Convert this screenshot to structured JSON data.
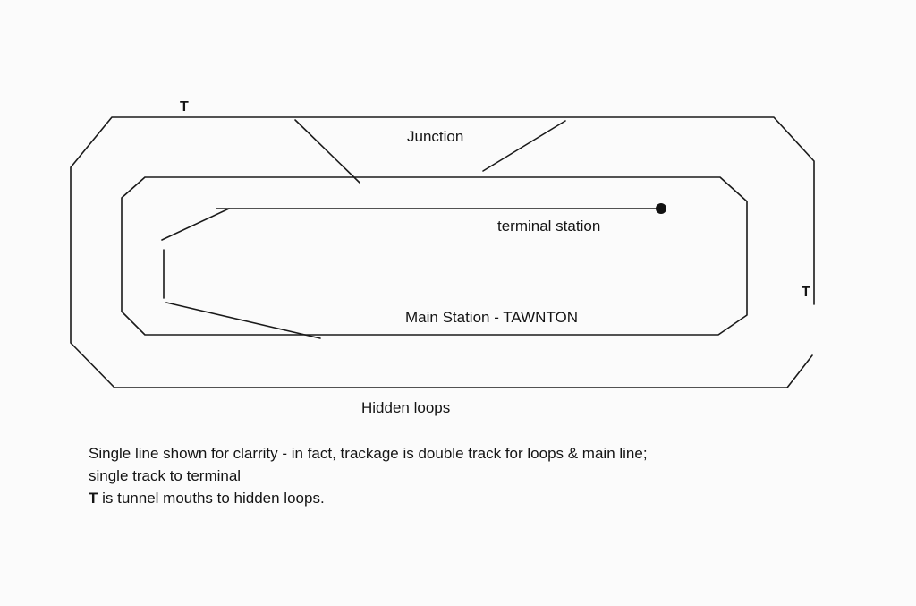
{
  "labels": {
    "junction": "Junction",
    "terminal_station": "terminal station",
    "main_station": "Main Station - TAWNTON",
    "hidden_loops": "Hidden loops",
    "tunnel_top": "T",
    "tunnel_right": "T"
  },
  "notes": {
    "line1": "Single line shown for clarrity - in fact, trackage is double track for loops & main line;",
    "line2": "single track to terminal",
    "legend_symbol": "T",
    "legend_text": " is tunnel mouths to hidden loops."
  },
  "icons": {
    "terminal_buffer": "filled-circle-icon"
  }
}
